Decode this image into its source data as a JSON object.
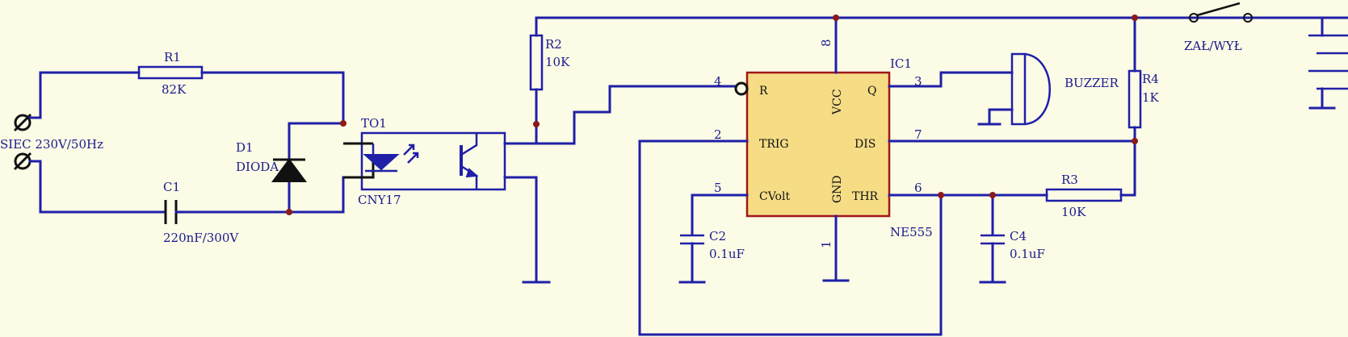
{
  "labels": {
    "r1_ref": "R1",
    "r1_val": "82K",
    "mains": "SIEC 230V/50Hz",
    "d1_ref": "D1",
    "d1_val": "DIODA",
    "c1_ref": "C1",
    "c1_val": "220nF/300V",
    "to1_ref": "TO1",
    "to1_val": "CNY17",
    "r2_ref": "R2",
    "r2_val": "10K",
    "ic1_ref": "IC1",
    "ic1_val": "NE555",
    "ic_pin_r": "R",
    "ic_pin_trig": "TRIG",
    "ic_pin_cvolt": "CVolt",
    "ic_pin_vcc": "VCC",
    "ic_pin_gnd": "GND",
    "ic_pin_q": "Q",
    "ic_pin_dis": "DIS",
    "ic_pin_thr": "THR",
    "pin4": "4",
    "pin2": "2",
    "pin5": "5",
    "pin8": "8",
    "pin1": "1",
    "pin3": "3",
    "pin7": "7",
    "pin6": "6",
    "c2_ref": "C2",
    "c2_val": "0.1uF",
    "c4_ref": "C4",
    "c4_val": "0.1uF",
    "r3_ref": "R3",
    "r3_val": "10K",
    "r4_ref": "R4",
    "r4_val": "1K",
    "buzzer": "BUZZER",
    "switch": "ZAŁ/WYŁ"
  },
  "colors": {
    "wire": "#1f1fa8",
    "junction": "#8b1a1a",
    "ic_fill": "#f5dc85",
    "ic_border": "#a01616",
    "background": "#fbfbe6"
  }
}
